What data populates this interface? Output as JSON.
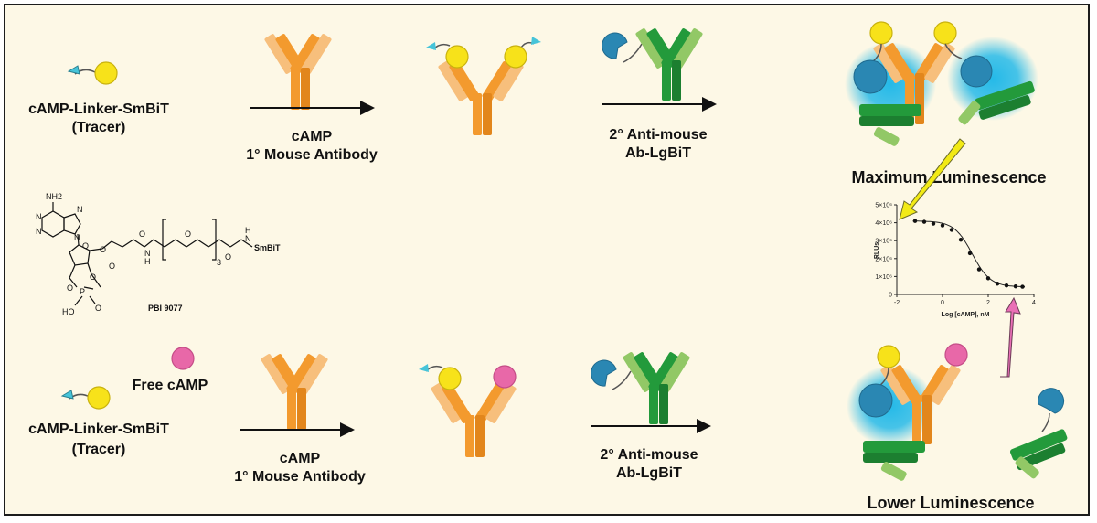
{
  "row1": {
    "tracer_name": "cAMP-Linker-SmBiT",
    "tracer_note": "(Tracer)",
    "arrow1_line1": "cAMP",
    "arrow1_line2": "1° Mouse Antibody",
    "arrow2_line1": "2° Anti-mouse",
    "arrow2_line2": "Ab-LgBiT",
    "result": "Maximum Luminescence"
  },
  "row2": {
    "tracer_name": "cAMP-Linker-SmBiT",
    "tracer_note": "(Tracer)",
    "free": "Free cAMP",
    "arrow1_line1": "cAMP",
    "arrow1_line2": "1° Mouse Antibody",
    "arrow2_line1": "2° Anti-mouse",
    "arrow2_line2": "Ab-LgBiT",
    "result": "Lower Luminescence"
  },
  "structure": {
    "nh2": "NH2",
    "n": "N",
    "o": "O",
    "p": "P",
    "h": "H",
    "ho": "HO",
    "subscript": "3",
    "smbit": "SmBiT",
    "code": "PBI 9077"
  },
  "colors": {
    "antibody_orange": "#f39a2e",
    "antibody_green": "#239a3b",
    "tracer_yellow": "#f7e21a",
    "free_camp_pink": "#e868a8",
    "smbit_cyan": "#46c4d9",
    "lgbit_blue": "#2a87b3",
    "glow": "#19b6e8"
  },
  "chart_data": {
    "type": "line",
    "xlabel": "Log [cAMP], nM",
    "ylabel": "RLUs",
    "xlim": [
      -2,
      4
    ],
    "ylim": [
      0,
      5000000
    ],
    "xticks": [
      "-2",
      "0",
      "2",
      "4"
    ],
    "yticks": [
      "0",
      "1×10⁶",
      "2×10⁶",
      "3×10⁶",
      "4×10⁶",
      "5×10⁶"
    ],
    "points": [
      {
        "x": -1.2,
        "y": 4100000
      },
      {
        "x": -0.8,
        "y": 4050000
      },
      {
        "x": -0.4,
        "y": 3950000
      },
      {
        "x": 0.0,
        "y": 3850000
      },
      {
        "x": 0.4,
        "y": 3600000
      },
      {
        "x": 0.8,
        "y": 3050000
      },
      {
        "x": 1.2,
        "y": 2300000
      },
      {
        "x": 1.6,
        "y": 1400000
      },
      {
        "x": 2.0,
        "y": 900000
      },
      {
        "x": 2.4,
        "y": 600000
      },
      {
        "x": 2.8,
        "y": 500000
      },
      {
        "x": 3.2,
        "y": 450000
      },
      {
        "x": 3.5,
        "y": 430000
      }
    ],
    "fit": {
      "top": 4100000,
      "bottom": 420000,
      "log_ec50": 1.3,
      "hill": 1.1
    }
  }
}
